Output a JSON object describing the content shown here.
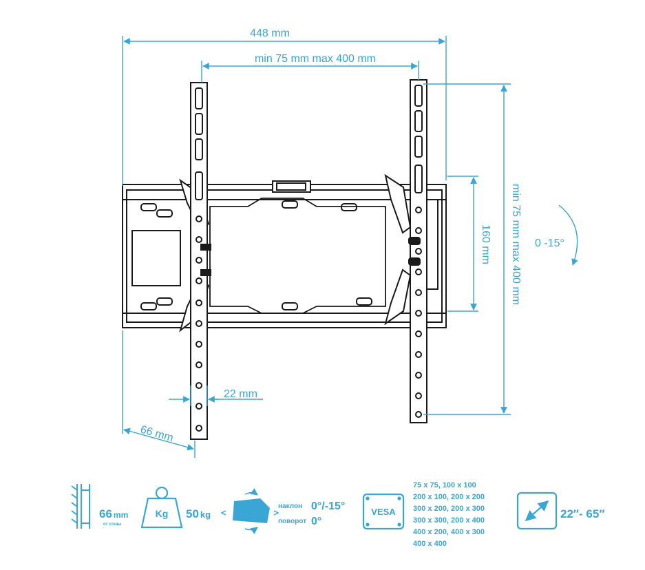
{
  "colors": {
    "accent": "#3aa6d6",
    "drawing": "#1a1a1a"
  },
  "dimensions": {
    "overall_width": "448 mm",
    "vesa_horizontal": "min 75 mm max 400 mm",
    "vesa_vertical": "min 75 mm max 400 mm",
    "bracket_height": "160 mm",
    "rail_width": "22 mm",
    "wall_depth": "66 mm",
    "tilt_range": "0 -15°"
  },
  "specs": {
    "depth": {
      "value": "66",
      "unit": "mm",
      "note": "от стены",
      "icon": "wall-distance-icon"
    },
    "weight": {
      "icon_label": "Kg",
      "value": "50",
      "unit": "kg",
      "icon": "weight-icon"
    },
    "motion": {
      "tilt_label": "наклон",
      "tilt_value": "0°/-15°",
      "swivel_label": "поворот",
      "swivel_value": "0°",
      "icon": "tv-tilt-icon"
    },
    "vesa": {
      "icon_label": "VESA",
      "lines": [
        "75 x 75, 100 x 100",
        "200 x 100, 200 x 200",
        "300 x 200, 200 x 300",
        "300 x 300, 200 x 400",
        "400 x 200, 400 x 300",
        "400 x 400"
      ]
    },
    "screen_size": {
      "value": "22″- 65″",
      "icon": "screen-diagonal-icon"
    }
  }
}
